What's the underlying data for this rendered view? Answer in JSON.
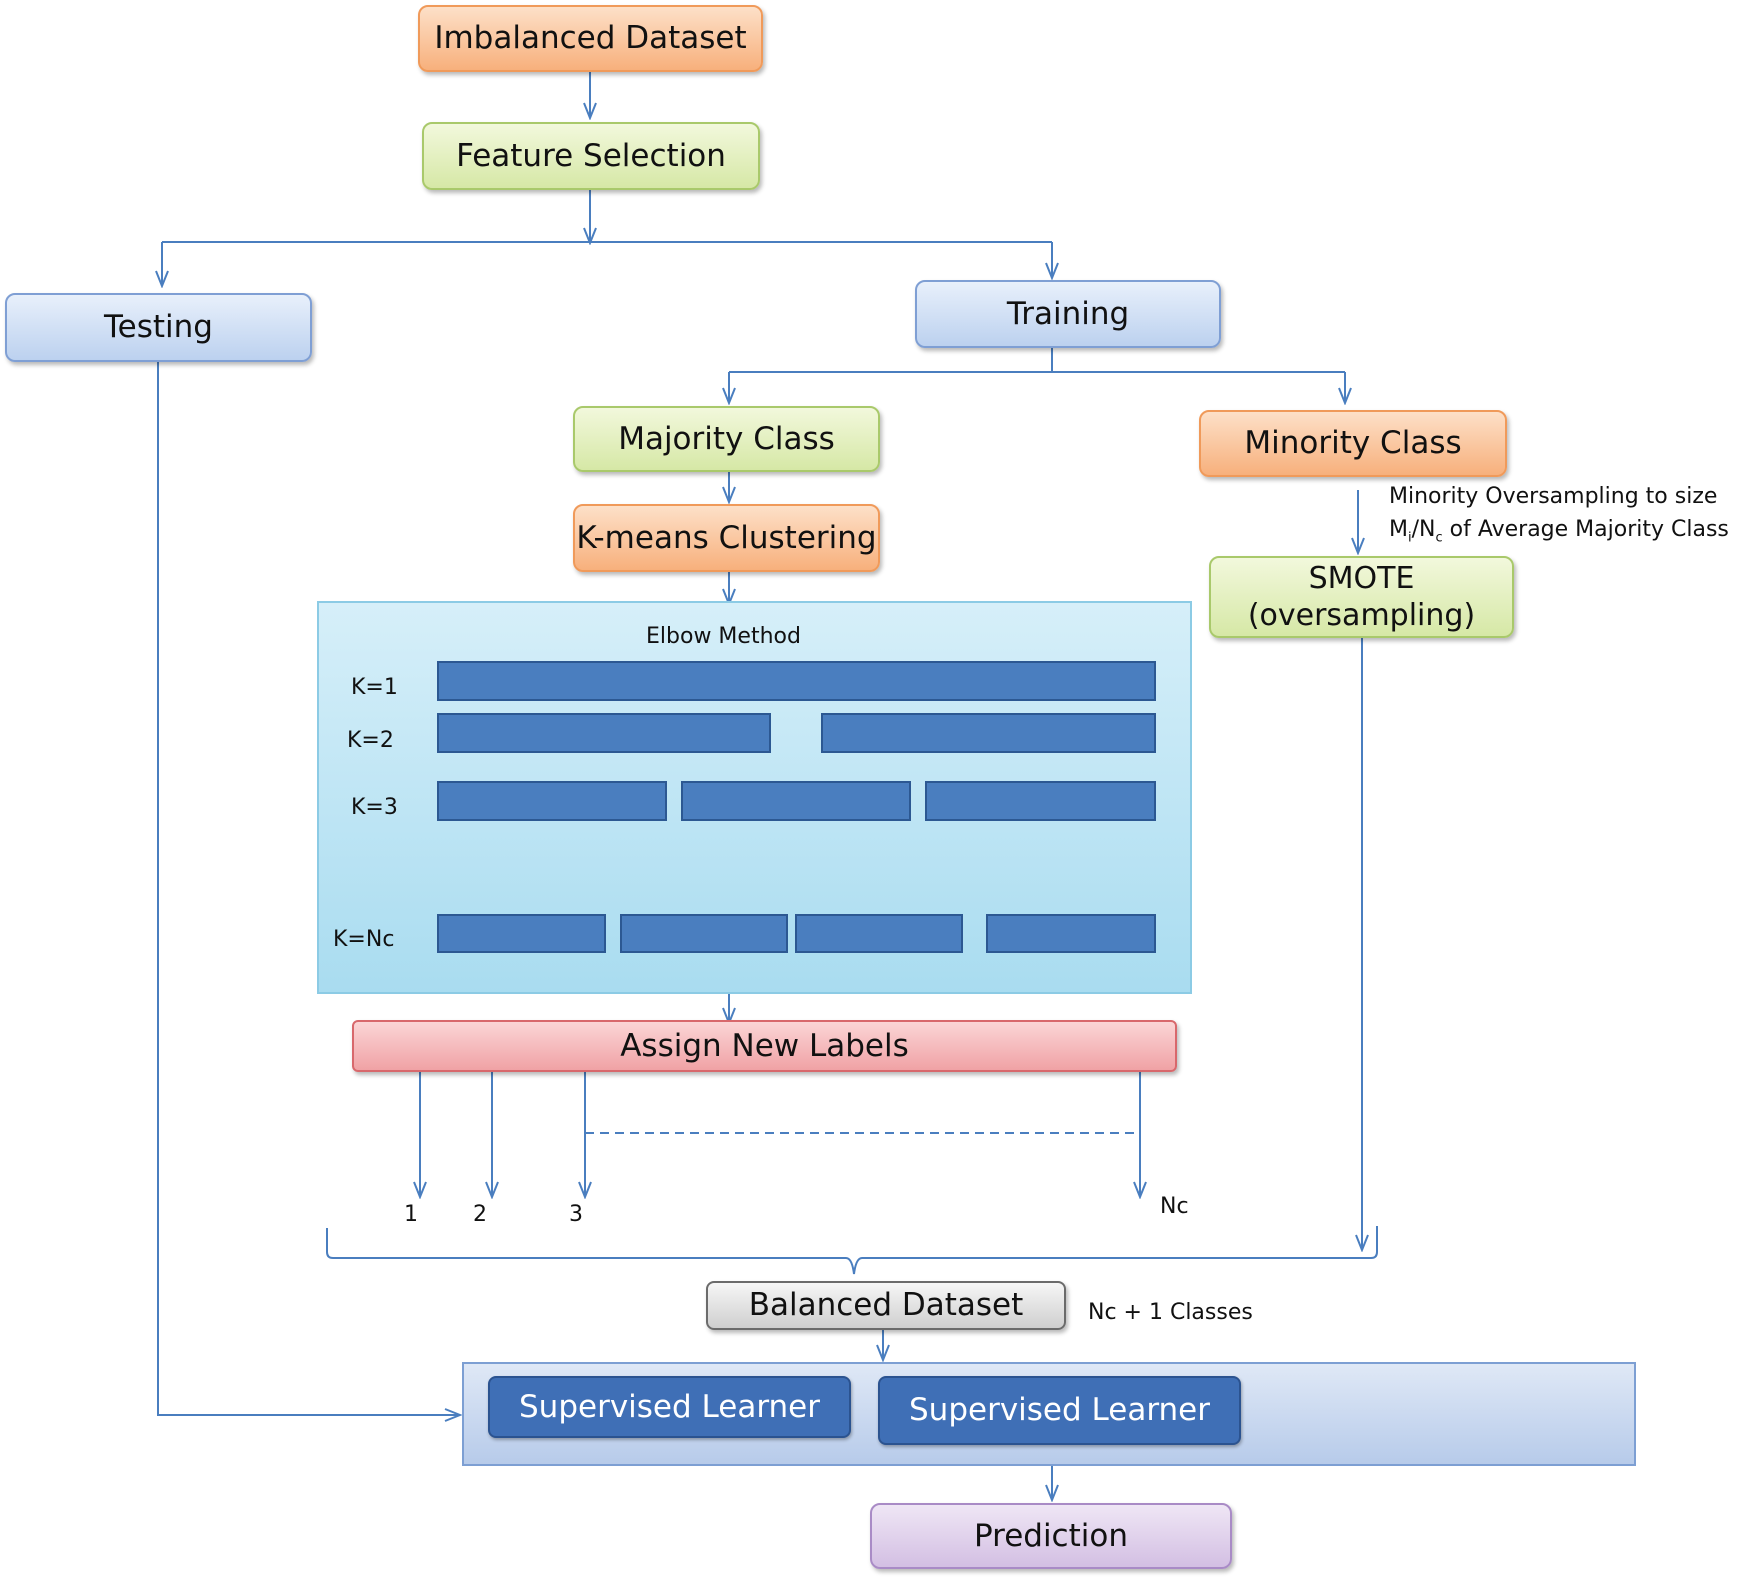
{
  "nodes": {
    "imbalanced_dataset": "Imbalanced Dataset",
    "feature_selection": "Feature Selection",
    "testing": "Testing",
    "training": "Training",
    "majority_class": "Majority Class",
    "minority_class": "Minority Class",
    "kmeans": "K-means Clustering",
    "smote_line1": "SMOTE",
    "smote_line2": "(oversampling)",
    "assign_labels": "Assign New Labels",
    "balanced_dataset": "Balanced Dataset",
    "learner_1": "Supervised Learner",
    "learner_2": "Supervised Learner",
    "prediction": "Prediction"
  },
  "elbow": {
    "title": "Elbow Method",
    "rows": [
      {
        "label": "K=1"
      },
      {
        "label": "K=2"
      },
      {
        "label": "K=3"
      },
      {
        "label": "K=Nc"
      }
    ]
  },
  "annotations": {
    "oversampling_line1": "Minority Oversampling  to size",
    "oversampling_line2_prefix": "M",
    "oversampling_line2_sub1": "i",
    "oversampling_line2_mid": "/N",
    "oversampling_line2_sub2": "c",
    "oversampling_line2_suffix": "  of Average Majority Class",
    "classes_note": "Nc + 1 Classes"
  },
  "label_outputs": [
    "1",
    "2",
    "3",
    "Nc"
  ],
  "colors": {
    "connector": "#4a7ebf",
    "bar_fill": "#4a7ebf",
    "learner_fill": "#3f6fb6"
  }
}
